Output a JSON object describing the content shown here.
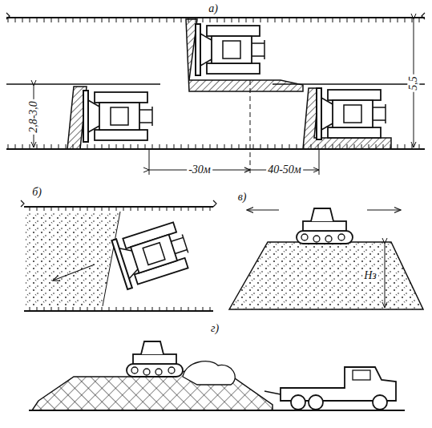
{
  "diagram": {
    "labels": [
      "а)",
      "5,5",
      "2,8-3,0",
      "-30м",
      "40-50м",
      "б)",
      "в)",
      "Нз",
      "г)"
    ]
  }
}
